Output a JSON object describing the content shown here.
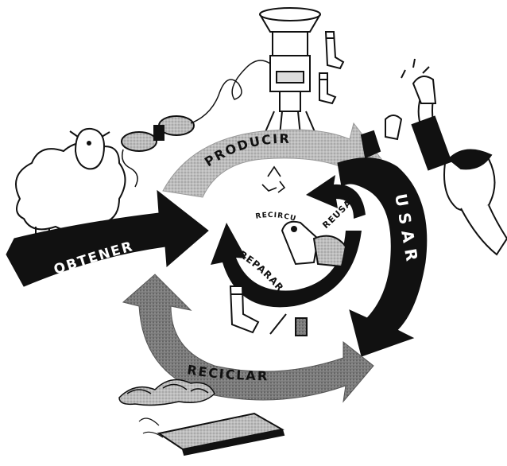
{
  "diagram": {
    "stages": {
      "obtain": {
        "label": "OBTENER"
      },
      "produce": {
        "label": "PRODUCIR"
      },
      "use": {
        "label": "USAR"
      },
      "recycle": {
        "label": "RECICLAR"
      }
    },
    "inner_loops": {
      "repair": {
        "label": "REPARAR"
      },
      "reuse": {
        "label": "REUSAR"
      },
      "recircular": {
        "label": "RECIRCULAR"
      }
    },
    "colors": {
      "ink": "#111111",
      "gray_light": "#cfcfcf",
      "gray_dark": "#7d7d7d",
      "paper": "#ffffff"
    },
    "illustrations": [
      "sheep-icon",
      "yarn-skein-icon",
      "knitting-machine-icon",
      "socks-icon",
      "person-wearing-socks-icon",
      "recycle-symbol-icon",
      "sock-puppet-icon",
      "needle-and-thread-icon",
      "fiber-pile-icon",
      "recycled-panel-icon"
    ]
  }
}
